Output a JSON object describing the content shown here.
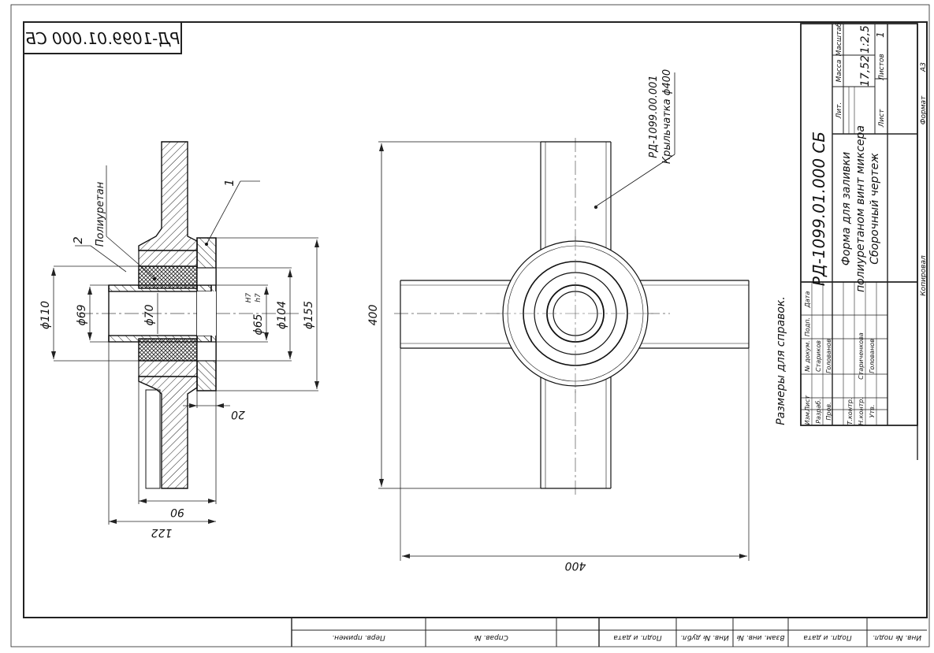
{
  "drawing": {
    "code_mirrored": "РД-1099.01.000 СБ",
    "note": "Размеры для справок.",
    "section": {
      "label_polyurethane": "Полиуретан",
      "pos_2": "2",
      "pos_1": "1",
      "d110": "ϕ110",
      "d69": "ϕ69",
      "d70": "ϕ70",
      "d65": "ϕ65",
      "d65_tol_top": "H7",
      "d65_tol_bottom": "h7",
      "d104": "ϕ104",
      "d155": "ϕ155",
      "dim20": "20",
      "dim90": "90",
      "dim122": "122"
    },
    "plan": {
      "dim400_vertical": "400",
      "dim400_horizontal": "400",
      "leader_line1": "РД-1099.00.001",
      "leader_line2": "Крыльчатка  ϕ400"
    }
  },
  "title_block": {
    "designation": "РД-1099.01.000 СБ",
    "name_line1": "Форма для заливки",
    "name_line2": "полиуретаном винт миксера",
    "name_line3": "Сборочный чертеж",
    "col_lit": "Лит.",
    "col_mass": "Масса",
    "col_scale": "Масштаб",
    "mass_value": "17,52",
    "scale_value": "1:2,5",
    "sheet_label": "Лист",
    "sheets_label": "Листов",
    "sheets_value": "1",
    "copied": "Копировал",
    "format": "Формат",
    "format_value": "A3",
    "rows": [
      {
        "role": "Изм.",
        "name": "Лист",
        "doc": "№ докум.",
        "sign": "Подп.",
        "date": "Дата"
      },
      {
        "role": "Разраб.",
        "name": "Стариков"
      },
      {
        "role": "Пров.",
        "name": "Голованов"
      },
      {
        "role": "Т.контр."
      },
      {
        "role": "Н.контр.",
        "name": "Стариченкова"
      },
      {
        "role": "Утв.",
        "name": "Голованов"
      }
    ]
  },
  "bottom_strip": {
    "perv_primen": "Перв. примен.",
    "sprav_no": "Справ. №",
    "podp_data_1": "Подп. и дата",
    "inv_dubl": "Инв. № дубл.",
    "vzam_inv": "Взам. инв. №",
    "podp_data_2": "Подп. и дата",
    "inv_podl": "Инв. № подл."
  }
}
